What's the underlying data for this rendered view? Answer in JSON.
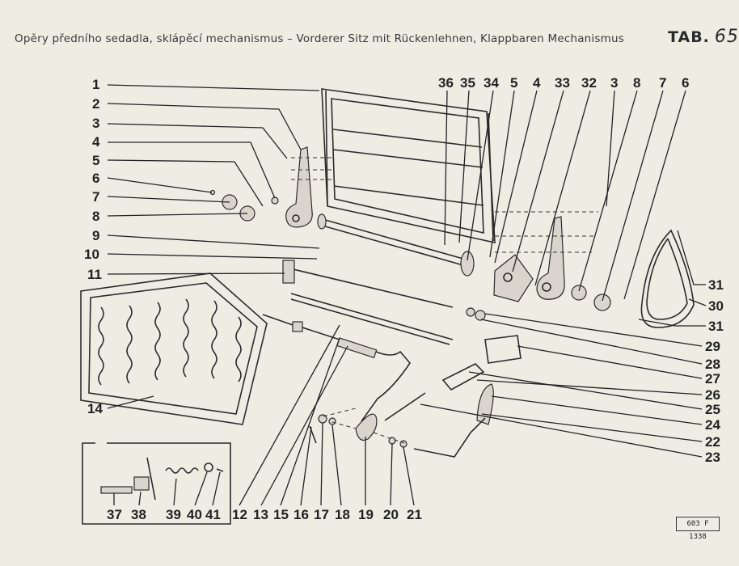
{
  "header": {
    "title": "Opěry předního sedadla, sklápěcí mechanismus – Vorderer Sitz mit Rückenlehnen, Klappbaren Mechanismus",
    "tab_label": "TAB.",
    "tab_number": "65"
  },
  "catalog_code": "603 F 1338",
  "callouts": {
    "left": [
      "1",
      "2",
      "3",
      "4",
      "5",
      "6",
      "7",
      "8",
      "9",
      "10",
      "11",
      "14"
    ],
    "top": [
      "36",
      "35",
      "34",
      "5",
      "4",
      "33",
      "32",
      "3",
      "8",
      "7",
      "6"
    ],
    "right": [
      "31",
      "30",
      "31",
      "29",
      "28",
      "27",
      "26",
      "25",
      "24",
      "22",
      "23"
    ],
    "bottom": [
      "37",
      "38",
      "39",
      "40",
      "41",
      "12",
      "13",
      "15",
      "16",
      "17",
      "18",
      "19",
      "20",
      "21"
    ]
  }
}
